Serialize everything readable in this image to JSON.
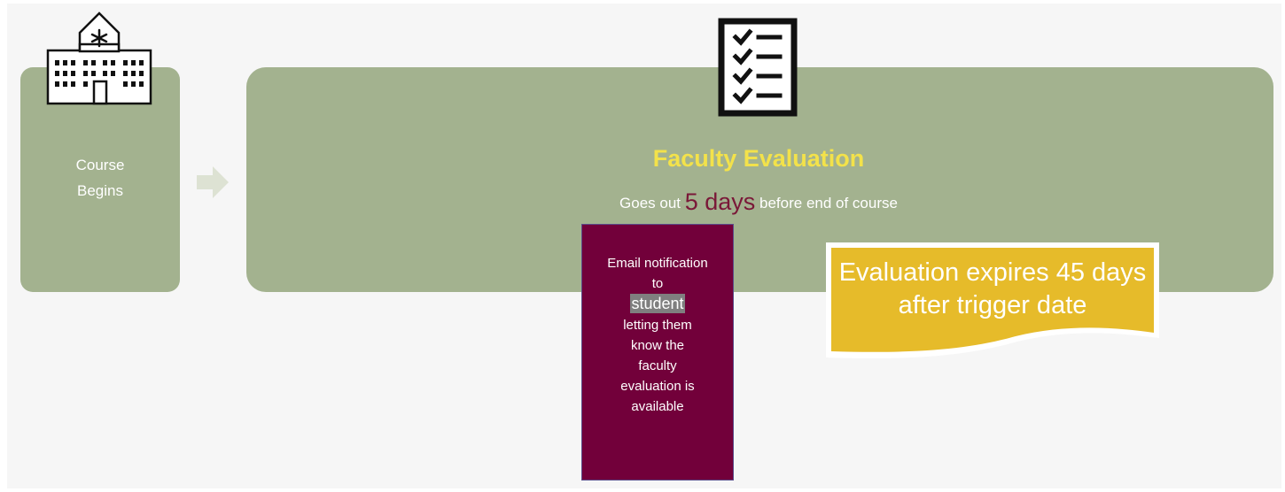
{
  "diagram": {
    "course_box": {
      "label": "Course\nBegins",
      "icon": "school-building-icon"
    },
    "arrow_icon": "right-arrow-icon",
    "evaluation_box": {
      "icon": "checklist-icon",
      "title": "Faculty Evaluation",
      "subtitle_prefix": "Goes out ",
      "subtitle_days": "5 days",
      "subtitle_suffix": " before end of course"
    },
    "email_box": {
      "text_before": "Email notification to",
      "highlight": "student",
      "text_after": "letting them know the faculty evaluation is available"
    },
    "expiry_callout": {
      "text": "Evaluation expires 45 days after trigger date"
    },
    "colors": {
      "box_green": "#a3b28f",
      "title_yellow": "#f3e24a",
      "days_maroon": "#7a1838",
      "email_maroon": "#72003a",
      "callout_gold": "#e6bb2a"
    }
  }
}
